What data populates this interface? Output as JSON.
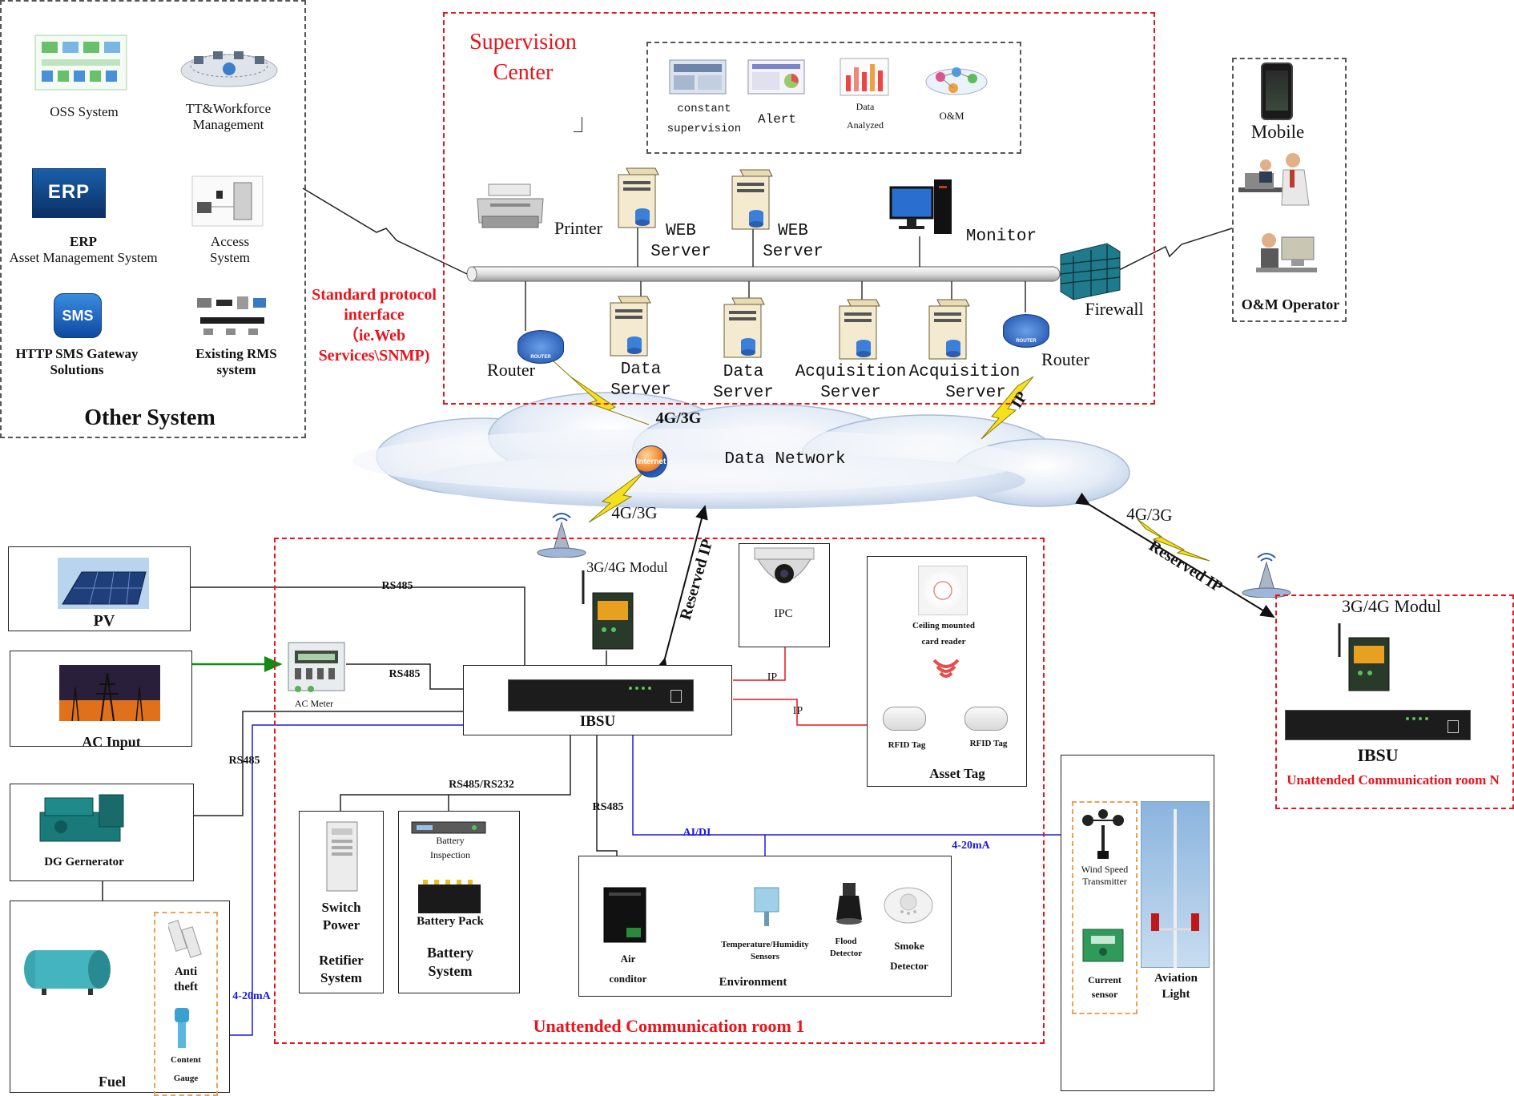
{
  "other_system": {
    "title": "Other System",
    "items": [
      {
        "label": "OSS System"
      },
      {
        "label_line1": "TT&Workforce",
        "label_line2": "Management"
      },
      {
        "label_line1": "ERP",
        "label_line2": "Asset Management System",
        "icon_text": "ERP"
      },
      {
        "label_line1": "Access",
        "label_line2": "System"
      },
      {
        "label_line1": "HTTP SMS Gateway",
        "label_line2": "Solutions",
        "icon_text": "SMS"
      },
      {
        "label_line1": "Existing RMS",
        "label_line2": "system"
      }
    ]
  },
  "protocol_interface": {
    "line1": "Standard protocol",
    "line2": "interface",
    "line3": "（ie.Web",
    "line4": "Services\\SNMP)"
  },
  "supervision": {
    "title_line1": "Supervision",
    "title_line2": "Center",
    "apps": [
      {
        "line1": "constant",
        "line2": "supervision"
      },
      {
        "line1": "Alert"
      },
      {
        "line1": "Data",
        "line2": "Analyzed"
      },
      {
        "line1": "O&M"
      }
    ],
    "printer": "Printer",
    "web_server_1": {
      "line1": "WEB",
      "line2": "Server"
    },
    "web_server_2": {
      "line1": "WEB",
      "line2": "Server"
    },
    "monitor": "Monitor",
    "firewall": "Firewall",
    "router_left": "Router",
    "router_right": "Router",
    "router_badge": "ROUTER",
    "data_server_1": {
      "line1": "Data",
      "line2": "Server"
    },
    "data_server_2": {
      "line1": "Data",
      "line2": "Server"
    },
    "acq_server_1": {
      "line1": "Acquisition",
      "line2": "Server"
    },
    "acq_server_2": {
      "line1": "Acquisition",
      "line2": "Server"
    }
  },
  "mobile_panel": {
    "mobile": "Mobile",
    "operator": "O&M Operator"
  },
  "network": {
    "cloud_label": "Data Network",
    "internet_badge": "Internet",
    "link_top": "4G/3G",
    "link_bottom": "4G/3G",
    "link_right": "4G/3G",
    "ip_label": "IP",
    "reserved_ip_1": "Reserved IP",
    "reserved_ip_2": "Reserved IP"
  },
  "room1": {
    "title": "Unattended Communication room 1",
    "modul": "3G/4G Modul",
    "ibsu": "IBSU",
    "ac_meter": "AC Meter",
    "ipc": "IPC",
    "ip_1": "IP",
    "ip_2": "IP",
    "asset_tag": {
      "title": "Asset Tag",
      "reader_line1": "Ceiling mounted",
      "reader_line2": "card reader",
      "rfid_1": "RFID Tag",
      "rfid_2": "RFID Tag"
    },
    "rs485_pv": "RS485",
    "rs485_meter": "RS485",
    "rs485_dg": "RS485",
    "rs485_232": "RS485/RS232",
    "rs485_air": "RS485",
    "ai_di": "AI/DI",
    "ma_right": "4-20mA",
    "ma_fuel": "4-20mA",
    "switch_power": {
      "line1": "Switch",
      "line2": "Power",
      "line3": "Retifier",
      "line4": "System"
    },
    "battery": {
      "inspection_line1": "Battery",
      "inspection_line2": "Inspection",
      "pack": "Battery Pack",
      "line1": "Battery",
      "line2": "System"
    },
    "environment": {
      "title": "Environment",
      "air_line1": "Air",
      "air_line2": "conditor",
      "temp_line1": "Temperature/Humidity",
      "temp_line2": "Sensors",
      "flood_line1": "Flood",
      "flood_line2": "Detector",
      "smoke_line1": "Smoke",
      "smoke_line2": "Detector"
    }
  },
  "left_sources": {
    "pv": "PV",
    "ac_input": "AC Input",
    "dg": "DG  Gernerator",
    "fuel": "Fuel",
    "anti_theft_line1": "Anti",
    "anti_theft_line2": "theft",
    "content_line1": "Content",
    "content_line2": "Gauge"
  },
  "outdoor": {
    "wind_line1": "Wind Speed",
    "wind_line2": "Transmitter",
    "current_line1": "Current",
    "current_line2": "sensor",
    "aviation_line1": "Aviation",
    "aviation_line2": "Light"
  },
  "room_n": {
    "modul": "3G/4G Modul",
    "ibsu": "IBSU",
    "title": "Unattended Communication room N"
  },
  "colors": {
    "red": "#e8141c",
    "blue": "#1a1ae0",
    "green": "#138a13",
    "lightning": "#f5e020",
    "cloud": "#c9d8ec"
  }
}
